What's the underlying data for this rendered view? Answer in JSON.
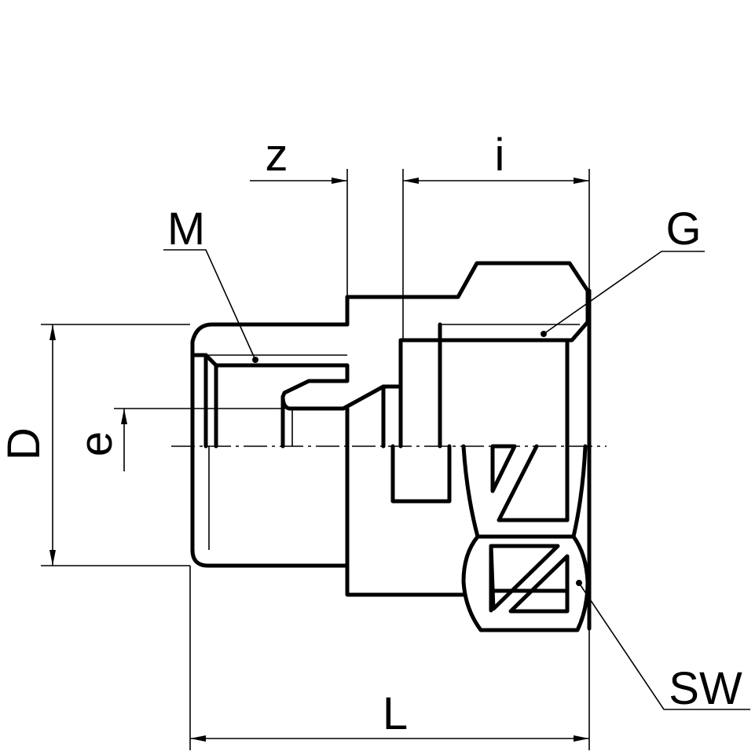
{
  "drawing": {
    "labels": {
      "z": "z",
      "i": "i",
      "M": "M",
      "G": "G",
      "D": "D",
      "e": "e",
      "SW": "SW",
      "L": "L"
    }
  }
}
